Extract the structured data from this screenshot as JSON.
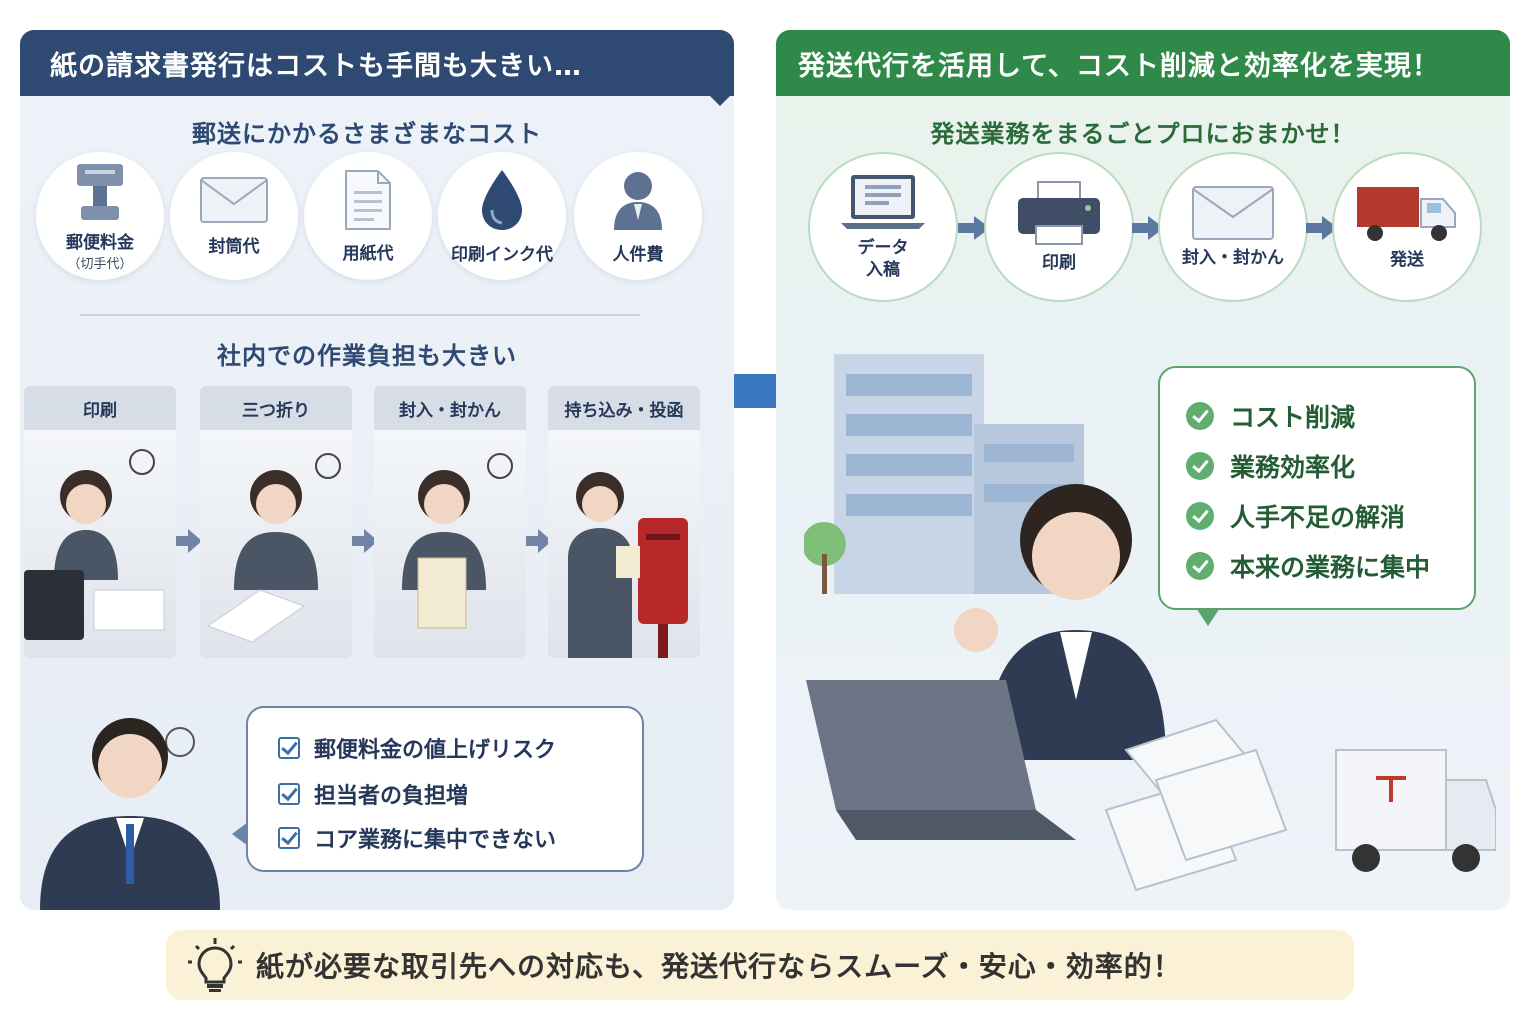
{
  "left": {
    "banner": "紙の請求書発行はコストも手間も大きい…",
    "cost_heading": "郵送にかかるさまざまなコスト",
    "costs": [
      {
        "label": "郵便料金",
        "sub": "（切手代）",
        "icon": "stamp-icon"
      },
      {
        "label": "封筒代",
        "icon": "envelope-icon"
      },
      {
        "label": "用紙代",
        "icon": "paper-icon"
      },
      {
        "label": "印刷インク代",
        "icon": "ink-drop-icon"
      },
      {
        "label": "人件費",
        "icon": "person-icon"
      }
    ],
    "work_heading": "社内での作業負担も大きい",
    "steps": [
      {
        "label": "印刷"
      },
      {
        "label": "三つ折り"
      },
      {
        "label": "封入・封かん"
      },
      {
        "label": "持ち込み・投函"
      }
    ],
    "concerns": [
      "郵便料金の値上げリスク",
      "担当者の負担増",
      "コア業務に集中できない"
    ]
  },
  "right": {
    "banner": "発送代行を活用して、コスト削減と効率化を実現！",
    "flow_heading": "発送業務をまるごとプロにおまかせ！",
    "flow": [
      {
        "label": "データ\n入稿",
        "line1": "データ",
        "line2": "入稿",
        "icon": "laptop-icon"
      },
      {
        "label": "印刷",
        "icon": "printer-icon"
      },
      {
        "label": "封入・封かん",
        "icon": "envelope-icon"
      },
      {
        "label": "発送",
        "icon": "truck-icon"
      }
    ],
    "benefits": [
      "コスト削減",
      "業務効率化",
      "人手不足の解消",
      "本来の業務に集中"
    ]
  },
  "footer": {
    "text": "紙が必要な取引先への対応も、発送代行ならスムーズ・安心・効率的！",
    "icon": "lightbulb-icon"
  },
  "colors": {
    "navy": "#2e4a72",
    "green": "#2f8a4a",
    "arrow_blue": "#3a78c2",
    "footer_bg": "#fbf1d7"
  }
}
